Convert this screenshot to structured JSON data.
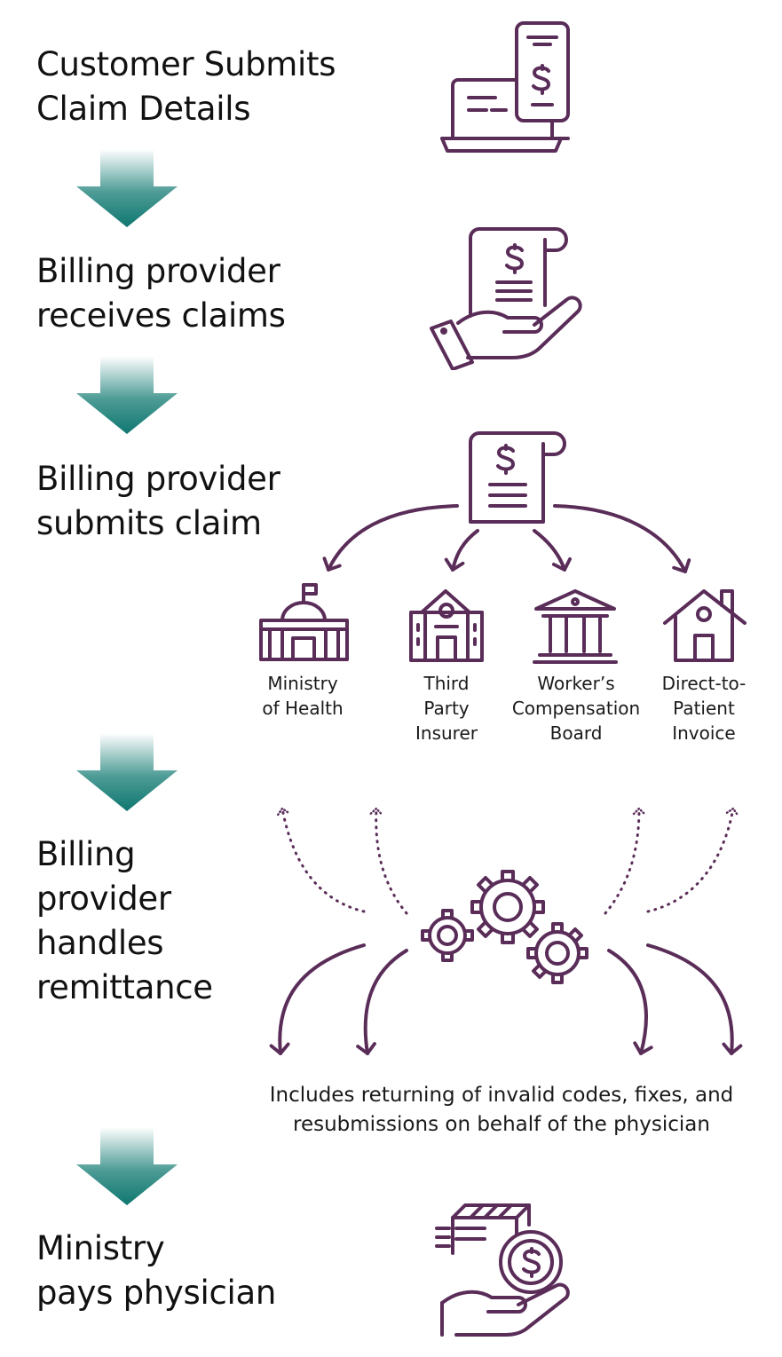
{
  "steps": [
    {
      "lines": [
        "Customer Submits",
        "Claim Details"
      ],
      "icon": "laptop-phone-dollar-icon"
    },
    {
      "lines": [
        "Billing provider",
        "receives claims"
      ],
      "icon": "hand-receipt-icon"
    },
    {
      "lines": [
        "Billing provider",
        "submits claim"
      ],
      "icon": "receipt-icon"
    },
    {
      "lines": [
        "Billing",
        "provider",
        "handles",
        "remittance"
      ],
      "icon": "gears-icon"
    },
    {
      "lines": [
        "Ministry",
        "pays physician"
      ],
      "icon": "hand-money-icon"
    }
  ],
  "payers": [
    {
      "lines": [
        "Ministry",
        "of Health"
      ],
      "icon": "government-building-icon"
    },
    {
      "lines": [
        "Third",
        "Party",
        "Insurer"
      ],
      "icon": "office-building-icon"
    },
    {
      "lines": [
        "Worker’s",
        "Compensation",
        "Board"
      ],
      "icon": "bank-icon"
    },
    {
      "lines": [
        "Direct-to-",
        "Patient",
        "Invoice"
      ],
      "icon": "house-icon"
    }
  ],
  "remittance_note": {
    "lines": [
      "Includes returning of invalid codes, fixes, and",
      "resubmissions on behalf of the physician"
    ]
  },
  "colors": {
    "accent": "#5a2d59",
    "arrow_top": "#ffffff",
    "arrow_bottom": "#0f7770",
    "text": "#111111"
  }
}
